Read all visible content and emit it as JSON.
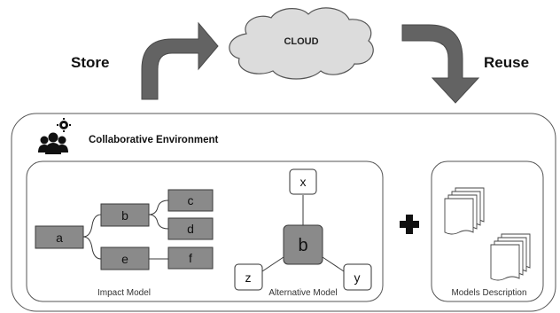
{
  "labels": {
    "store": "Store",
    "reuse": "Reuse",
    "cloud": "CLOUD",
    "environment": "Collaborative Environment",
    "impact_model": "Impact Model",
    "alternative_model": "Alternative Model",
    "models_description": "Models Description"
  },
  "impact_model": {
    "nodes": [
      "a",
      "b",
      "c",
      "d",
      "e",
      "f"
    ]
  },
  "alternative_model": {
    "center": "b",
    "nodes": [
      "x",
      "y",
      "z"
    ]
  },
  "icons": {
    "users": "users-gear-icon",
    "plus": "plus-icon",
    "documents": "documents-icon",
    "cloud": "cloud-icon"
  },
  "colors": {
    "node_fill": "#8a8a8a",
    "arrow_fill": "#636363",
    "stroke": "#3a3a3a"
  }
}
